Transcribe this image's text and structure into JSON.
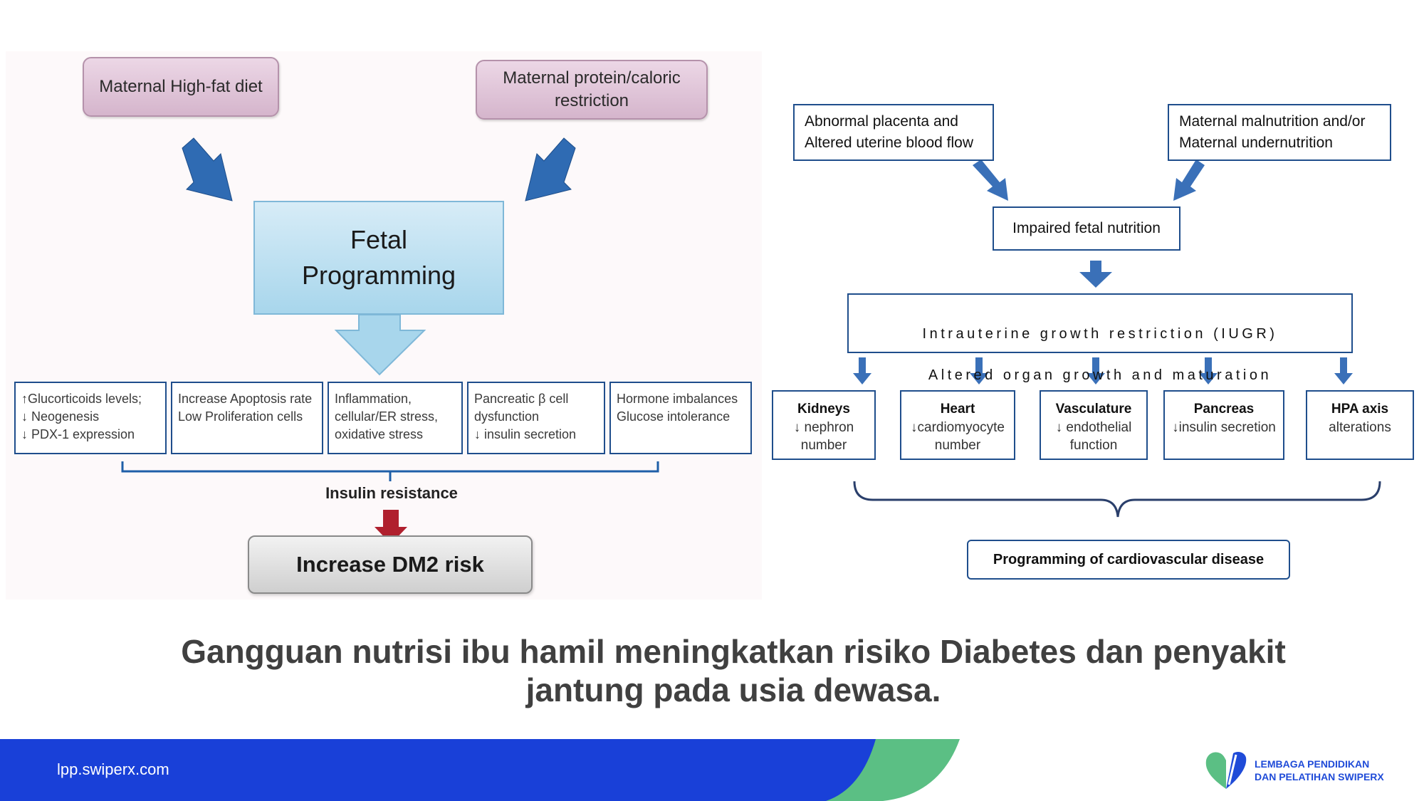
{
  "left_diagram": {
    "top_left": "Maternal High-fat diet",
    "top_right": "Maternal protein/caloric restriction",
    "center": "Fetal Programming",
    "effects": [
      "↑Glucorticoids levels;\n↓ Neogenesis\n↓ PDX-1 expression",
      "Increase Apoptosis rate\nLow Proliferation cells",
      "Inflammation,\ncellular/ER stress,\noxidative stress",
      "Pancreatic β cell\ndysfunction\n↓ insulin secretion",
      "Hormone imbalances\nGlucose intolerance"
    ],
    "insulin_label": "Insulin resistance",
    "result": "Increase DM2 risk"
  },
  "right_diagram": {
    "top_left": "Abnormal placenta and\nAltered uterine blood flow",
    "top_right": "Maternal malnutrition and/or\nMaternal undernutrition",
    "middle": "Impaired fetal nutrition",
    "iugr_line1": "Intrauterine growth restriction (IUGR)",
    "iugr_line2": "Altered organ growth and maturation",
    "organs": [
      {
        "title": "Kidneys",
        "desc": "↓ nephron number"
      },
      {
        "title": "Heart",
        "desc": "↓cardiomyocyte number"
      },
      {
        "title": "Vasculature",
        "desc": "↓ endothelial function"
      },
      {
        "title": "Pancreas",
        "desc": "↓insulin secretion"
      },
      {
        "title": "HPA axis",
        "desc": "alterations"
      }
    ],
    "result": "Programming of cardiovascular disease"
  },
  "caption": {
    "line1": "Gangguan nutrisi ibu hamil  meningkatkan risiko Diabetes dan penyakit",
    "line2": "jantung pada usia dewasa."
  },
  "footer": {
    "url": "lpp.swiperx.com",
    "logo_line1": "LEMBAGA PENDIDIKAN",
    "logo_line2": "DAN PELATIHAN SWIPERX"
  },
  "colors": {
    "footer_band": "#1940d8",
    "footer_accent": "#5bbf84",
    "box_border": "#1f4e8c",
    "diag_arrow": "#2f6bb3",
    "red_arrow": "#b0202e",
    "caption_text": "#404040"
  }
}
